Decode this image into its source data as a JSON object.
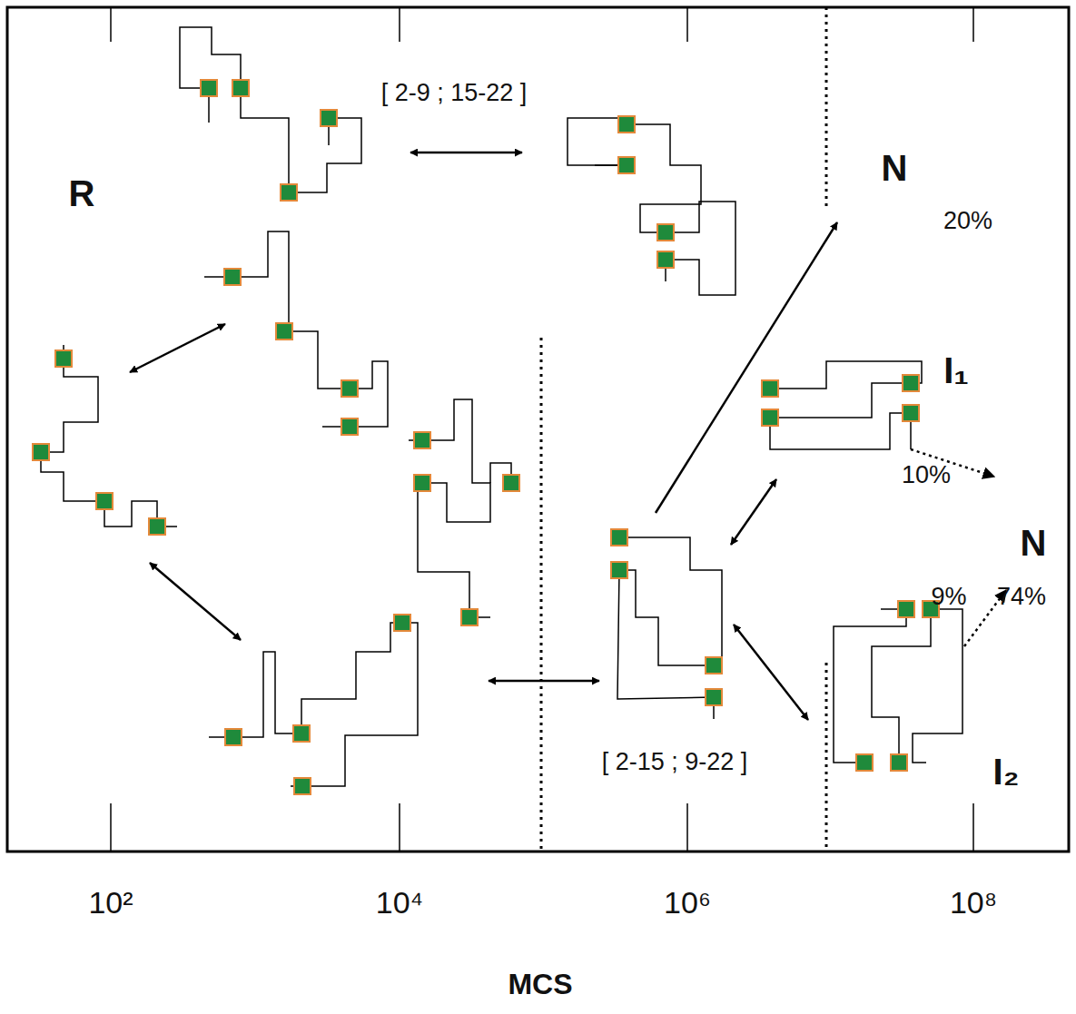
{
  "diagram": {
    "labels": [
      "R",
      "[ 2-9 ; 15-22 ]",
      "N",
      "20%",
      "I₁",
      "10%",
      "N",
      "9%",
      "74%",
      "[ 2-15 ; 9-22 ]",
      "I₂",
      "10²",
      "10⁴",
      "10⁶",
      "10⁸",
      "MCS"
    ]
  }
}
